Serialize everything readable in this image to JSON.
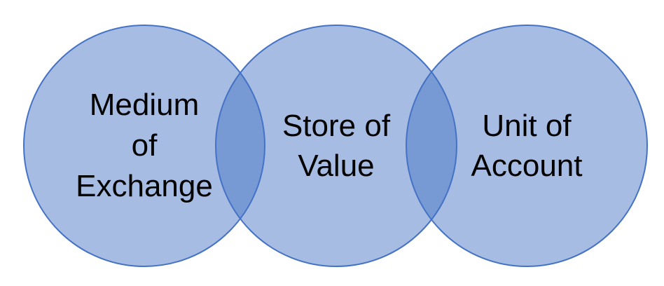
{
  "colors": {
    "fill": "#4472C4",
    "stroke": "#4472C4",
    "text": "#000000"
  },
  "circles": [
    {
      "id": "medium-of-exchange",
      "lines": [
        "Medium",
        "of",
        "Exchange"
      ]
    },
    {
      "id": "store-of-value",
      "lines": [
        "Store of",
        "Value"
      ]
    },
    {
      "id": "unit-of-account",
      "lines": [
        "Unit of",
        "Account"
      ]
    }
  ]
}
